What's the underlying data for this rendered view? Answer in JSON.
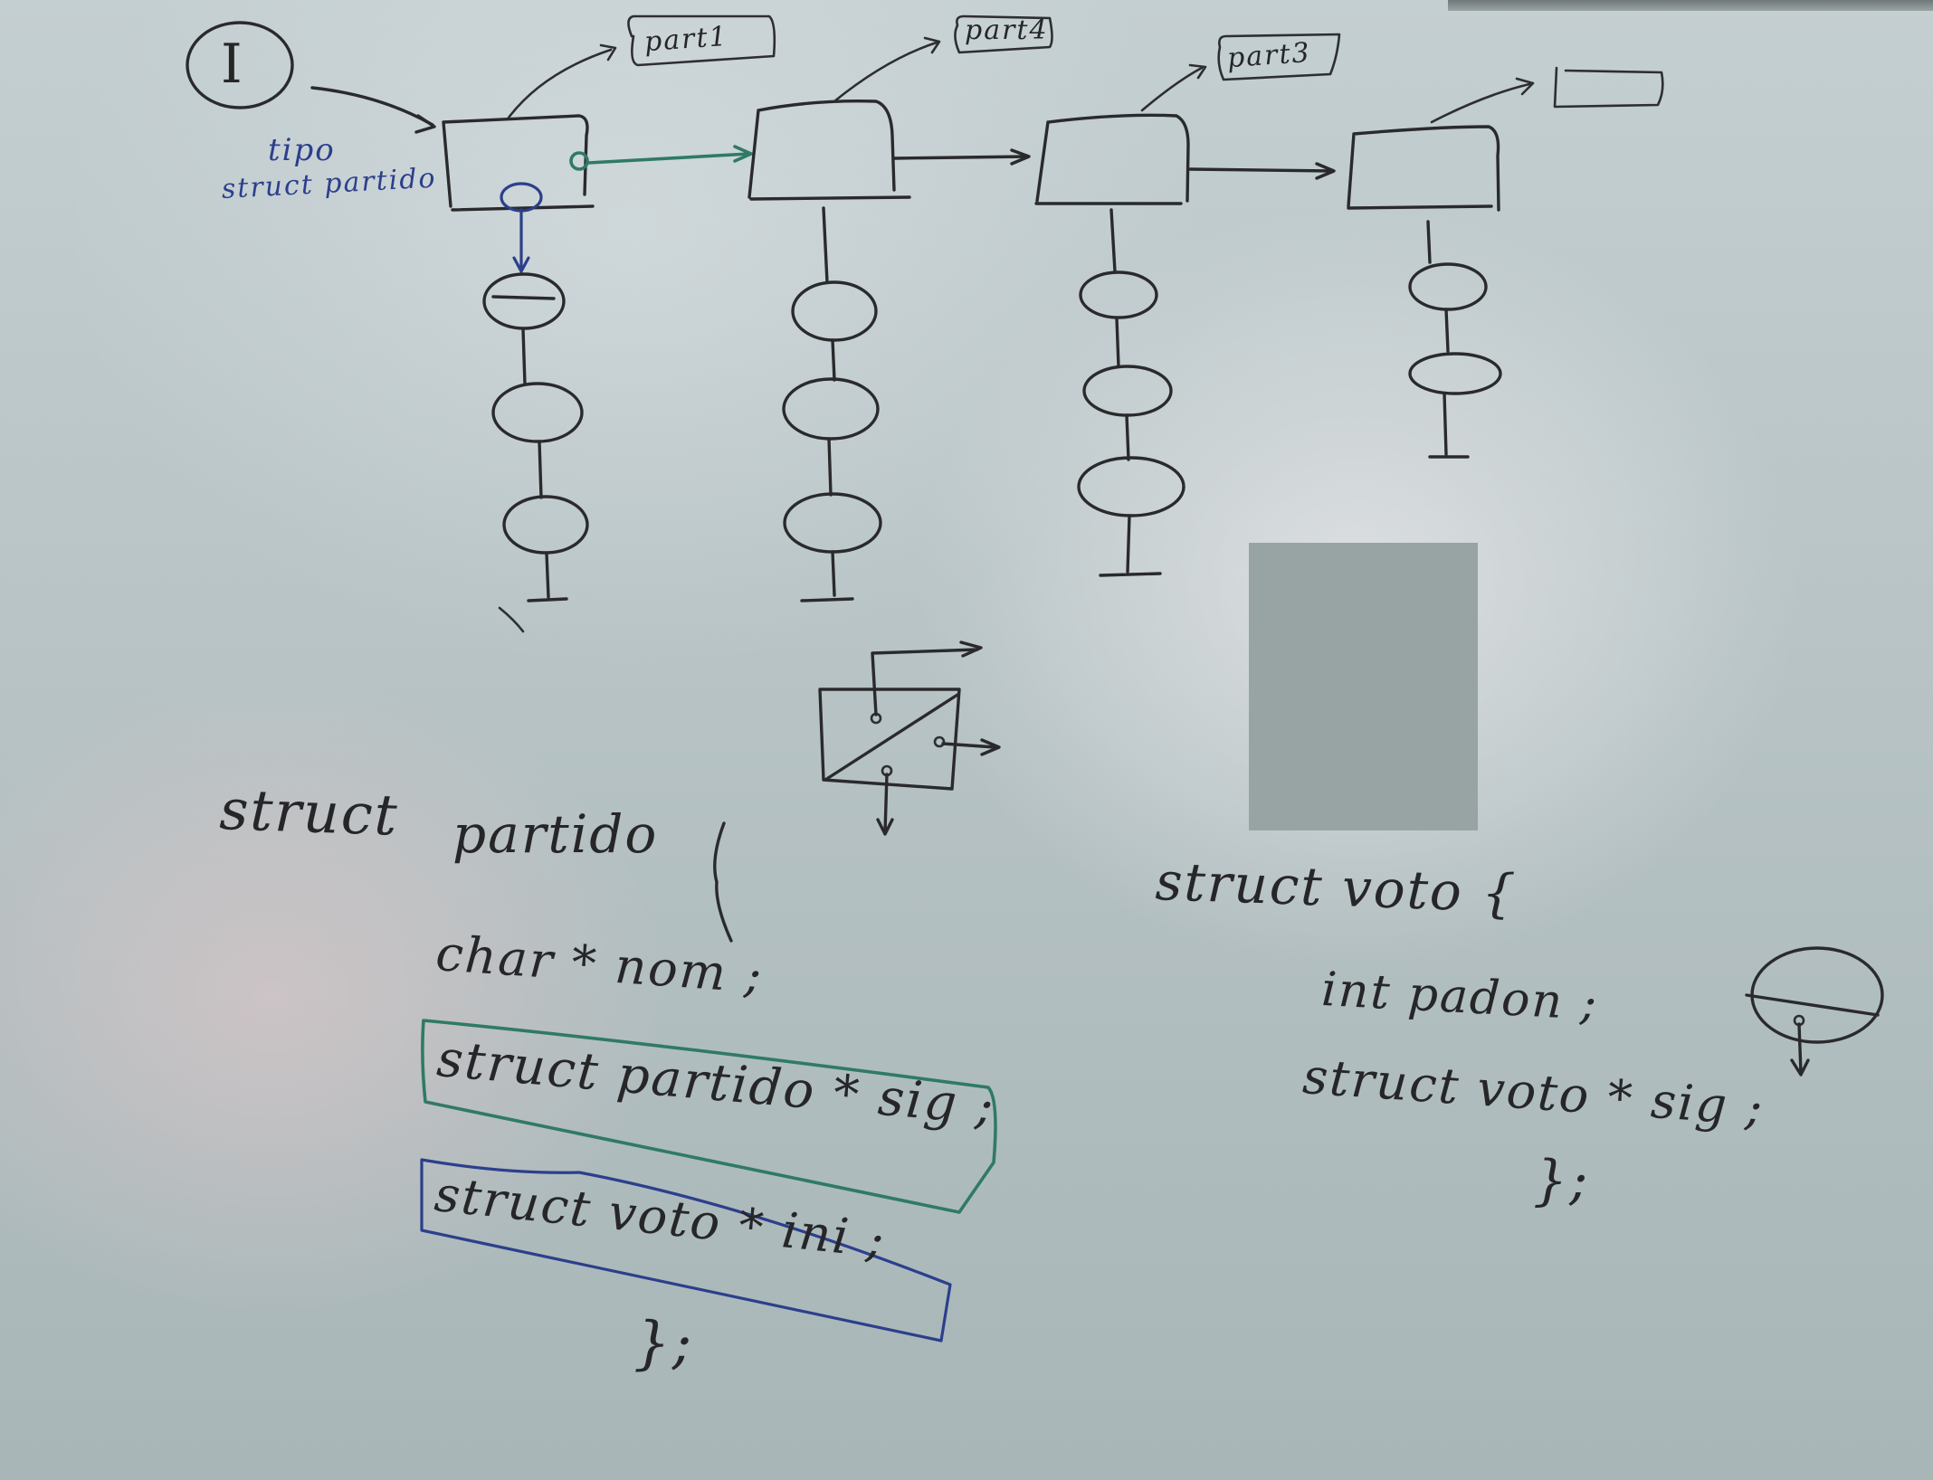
{
  "roman_numeral": "I",
  "node_type_label": {
    "line1": "tipo",
    "line2": "struct partido"
  },
  "party_tags": [
    "part1",
    "part4",
    "part3",
    ""
  ],
  "colors": {
    "board": "#b7c3c5",
    "ink": "#2a2a2c",
    "green_marker": "#2f7a66",
    "blue_marker": "#2c3f8c"
  },
  "struct_partido": {
    "header": "struct",
    "name": "partido",
    "open_brace": "{",
    "field_name": "char * nom ;",
    "field_next": "struct partido * sig ;",
    "field_votes": "struct voto * ini ;",
    "close": "};"
  },
  "struct_voto": {
    "header": "struct voto {",
    "field_padron": "int padon ;",
    "field_next": "struct voto * sig ;",
    "close": "};"
  }
}
